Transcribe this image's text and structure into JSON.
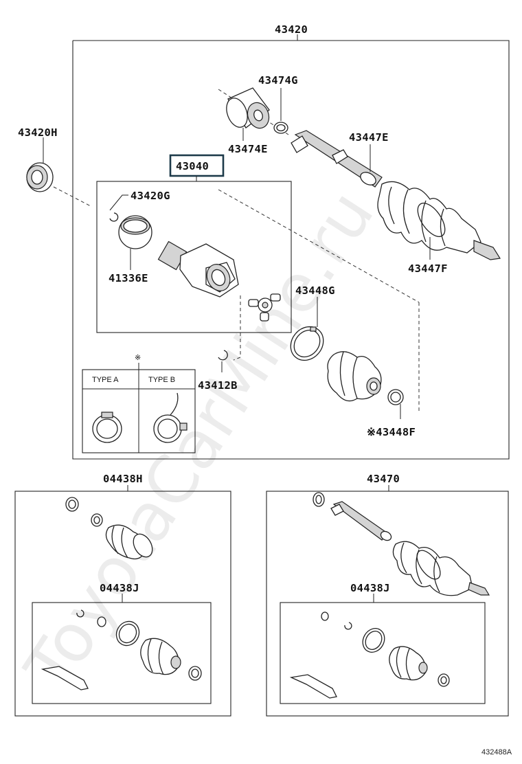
{
  "labels": {
    "assy": "43420",
    "rh": "43420H",
    "joint": "43040",
    "ring_g": "43420G",
    "dust": "41336E",
    "damper_g": "43474G",
    "damper_e": "43474E",
    "boot_e": "43447E",
    "boot_f": "43447F",
    "clamp_g": "43448G",
    "snap": "43412B",
    "clamp_f": "※43448F",
    "kit_h": "04438H",
    "kit_j_left": "04438J",
    "shaft_kit": "43470",
    "kit_j_right": "04438J"
  },
  "note_mark": "※",
  "types": {
    "a": "TYPE A",
    "b": "TYPE B"
  },
  "footer": "432488A",
  "watermark": "ToyotaCarMine.ru"
}
